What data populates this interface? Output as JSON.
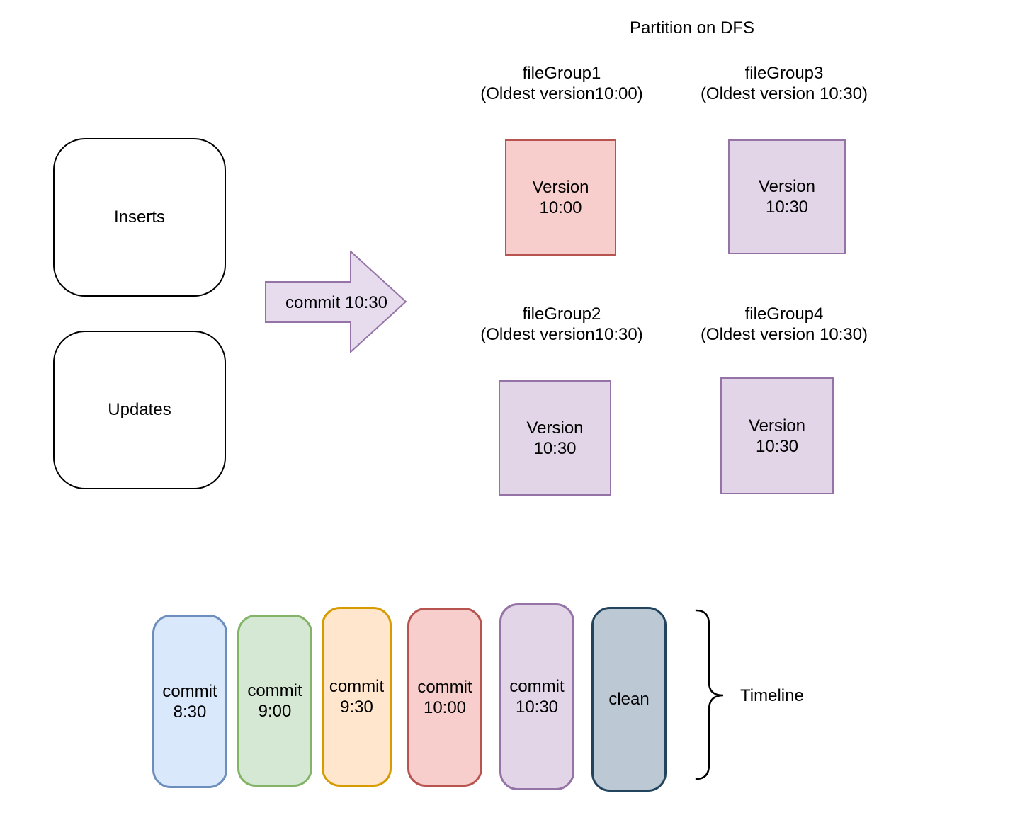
{
  "diagram": {
    "title": "Partition on DFS",
    "inputs": [
      {
        "label": "Inserts"
      },
      {
        "label": "Updates"
      }
    ],
    "commit_arrow": {
      "label": "commit 10:30",
      "fill": "#E6DCEE",
      "stroke": "#9673A6"
    },
    "file_groups": [
      {
        "name": "fileGroup1",
        "detail": "(Oldest version10:00)",
        "version_line1": "Version",
        "version_line2": "10:00",
        "fill": "#F8CECC",
        "stroke": "#B85450"
      },
      {
        "name": "fileGroup2",
        "detail": "(Oldest version10:30)",
        "version_line1": "Version",
        "version_line2": "10:30",
        "fill": "#E1D5E7",
        "stroke": "#9673A6"
      },
      {
        "name": "fileGroup3",
        "detail": "(Oldest version 10:30)",
        "version_line1": "Version",
        "version_line2": "10:30",
        "fill": "#E1D5E7",
        "stroke": "#9673A6"
      },
      {
        "name": "fileGroup4",
        "detail": "(Oldest version 10:30)",
        "version_line1": "Version",
        "version_line2": "10:30",
        "fill": "#E1D5E7",
        "stroke": "#9673A6"
      }
    ],
    "timeline": {
      "label": "Timeline",
      "events": [
        {
          "line1": "commit",
          "line2": "8:30",
          "fill": "#DAE8FC",
          "stroke": "#6C8EBF"
        },
        {
          "line1": "commit",
          "line2": "9:00",
          "fill": "#D5E8D4",
          "stroke": "#82B366"
        },
        {
          "line1": "commit",
          "line2": "9:30",
          "fill": "#FFE6CC",
          "stroke": "#D79B00"
        },
        {
          "line1": "commit",
          "line2": "10:00",
          "fill": "#F8CECC",
          "stroke": "#B85450"
        },
        {
          "line1": "commit",
          "line2": "10:30",
          "fill": "#E1D5E7",
          "stroke": "#9673A6"
        },
        {
          "line1": "clean",
          "line2": "",
          "fill": "#BCC9D5",
          "stroke": "#23445D"
        }
      ]
    }
  }
}
